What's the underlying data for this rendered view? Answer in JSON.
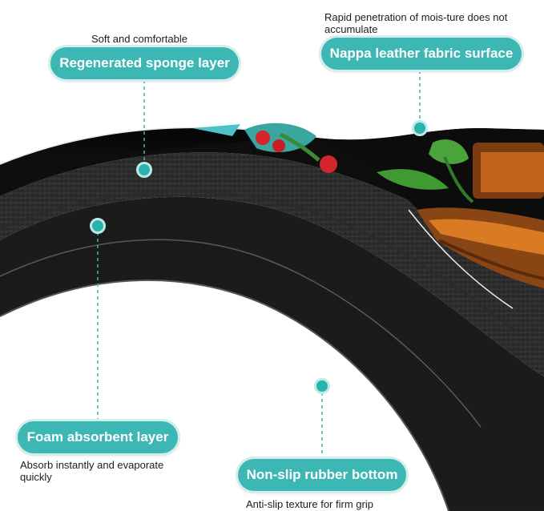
{
  "labels": {
    "sponge": {
      "title": "Regenerated sponge layer",
      "caption": "Soft and comfortable"
    },
    "nappa": {
      "title": "Nappa leather fabric surface",
      "caption": "Rapid penetration of mois-ture does not accumulate"
    },
    "foam": {
      "title": "Foam absorbent layer",
      "caption": "Absorb instantly and evaporate quickly"
    },
    "rubber": {
      "title": "Non-slip rubber bottom",
      "caption": "Anti-slip texture for firm grip"
    }
  },
  "colors": {
    "accent": "#3cb7b4",
    "mat": "#141414",
    "background": "#ffffff"
  }
}
